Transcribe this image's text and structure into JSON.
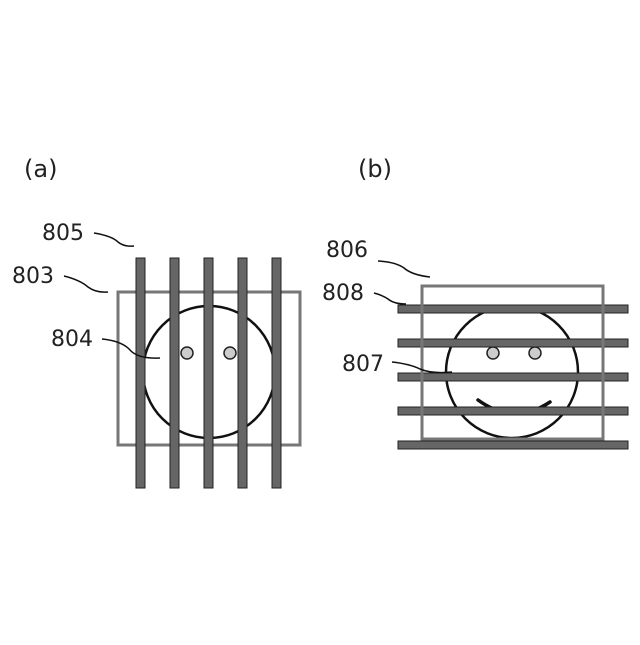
{
  "panels": {
    "a": {
      "label": "(a)",
      "ref_bars": "805",
      "ref_frame": "803",
      "ref_face": "804"
    },
    "b": {
      "label": "(b)",
      "ref_frame": "806",
      "ref_bars": "808",
      "ref_face": "807"
    }
  },
  "colors": {
    "bar_fill": "#666666",
    "bar_stroke": "#222222",
    "frame_stroke": "#777777",
    "outline": "#111111",
    "eye_fill": "#cccccc"
  }
}
